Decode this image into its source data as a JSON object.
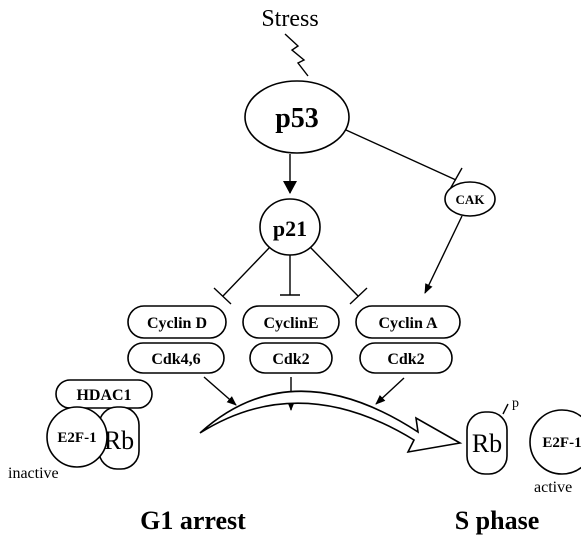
{
  "diagram": {
    "stress": "Stress",
    "p53": "p53",
    "p21": "p21",
    "cak": "CAK",
    "cyclin_d": "Cyclin D",
    "cyclin_e": "CyclinE",
    "cyclin_a": "Cyclin A",
    "cdk46": "Cdk4,6",
    "cdk2_e": "Cdk2",
    "cdk2_a": "Cdk2",
    "hdac1": "HDAC1",
    "e2f1_left": "E2F-1",
    "rb_left": "Rb",
    "inactive": "inactive",
    "rb_right": "Rb",
    "phospho": "p",
    "e2f1_right": "E2F-1",
    "active": "active",
    "g1_arrest": "G1 arrest",
    "s_phase": "S phase"
  }
}
